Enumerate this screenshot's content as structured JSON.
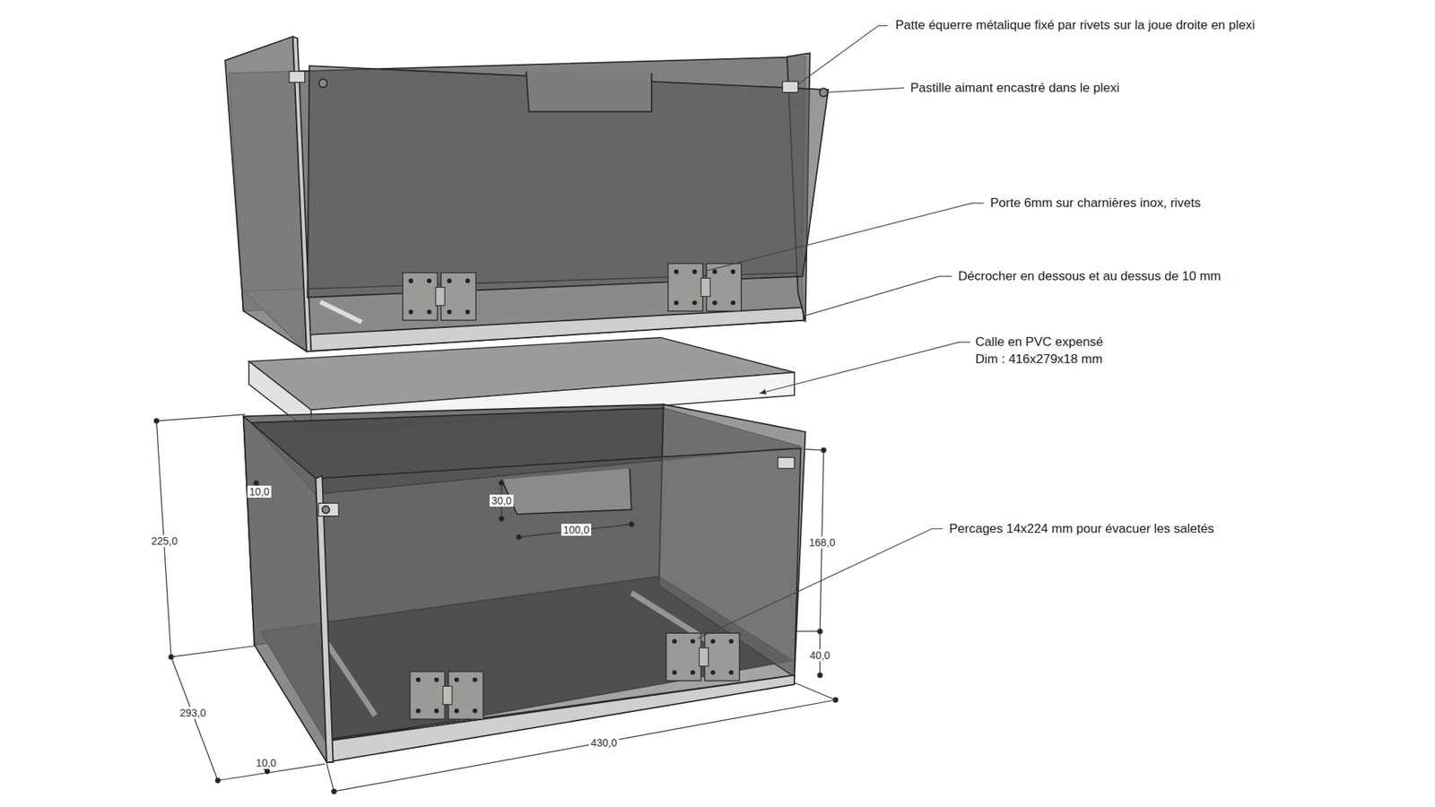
{
  "diagram": {
    "labels": [
      "Patte équerre métalique fixé par rivets sur la joue droite en plexi",
      "Pastille aimant encastré dans le plexi",
      "Porte 6mm sur charnières inox, rivets",
      "Décrocher en dessous et au dessus de 10 mm",
      "Calle en PVC expensé",
      "Dim : 416x279x18 mm",
      "Percages 14x224 mm pour évacuer les saletés",
      "225,0",
      "293,0",
      "10,0",
      "430,0",
      "168,0",
      "40,0",
      "30,0",
      "100,0",
      "10,0"
    ]
  }
}
